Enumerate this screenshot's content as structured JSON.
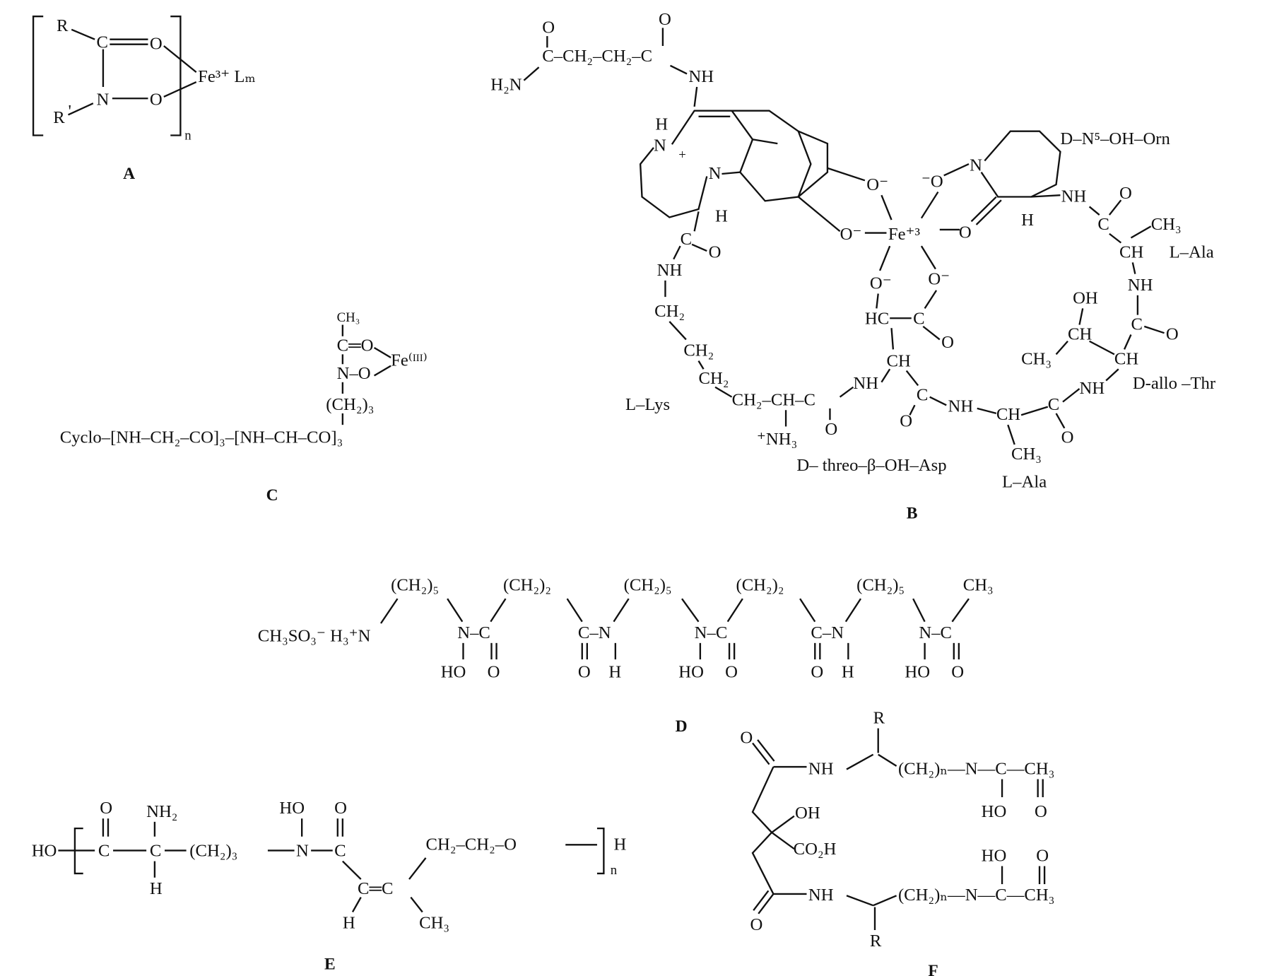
{
  "A": {
    "caption": "A",
    "t": [
      "R",
      "C",
      "O",
      "Fe³⁺ Lₘ",
      "N",
      "O",
      "R",
      "'",
      "n"
    ]
  },
  "B": {
    "caption": "B",
    "t": [
      "O",
      "O",
      "C–CH₂–CH₂–C",
      "H₂N",
      "NH",
      "H",
      "N",
      "+",
      "N",
      "H",
      "C",
      "O",
      "NH",
      "CH₂",
      "CH₂",
      "CH₂",
      "L–Lys",
      "CH₂–CH–C",
      "⁺NH₃",
      "O",
      "NH",
      "O⁻",
      "O⁻",
      "Fe⁺³",
      "O",
      "⁻O",
      "N",
      "H",
      "NH",
      "O",
      "D–N⁵–OH–Orn",
      "C",
      "CH₃",
      "CH",
      "L–Ala",
      "NH",
      "OH",
      "CH",
      "C",
      "O",
      "CH₃",
      "CH",
      "NH",
      "D-allo –Thr",
      "O⁻",
      "O⁻",
      "HC",
      "C",
      "O",
      "CH",
      "C",
      "O",
      "NH",
      "CH",
      "C",
      "O",
      "CH₃",
      "D– threo–β–OH–Asp",
      "L–Ala"
    ]
  },
  "C": {
    "caption": "C",
    "t": [
      "CH₃",
      "C═O",
      "Fe⁽ᴵᴵᴵ⁾",
      "N–O",
      "(CH₂)₃",
      "Cyclo–[NH–CH₂–CO]₃–[NH–CH–CO]₃"
    ]
  },
  "D": {
    "caption": "D",
    "t": [
      "CH₃SO₃⁻ H₃⁺N",
      "(CH₂)₅",
      "(CH₂)₂",
      "(CH₂)₅",
      "(CH₂)₂",
      "(CH₂)₅",
      "CH₃",
      "N–C",
      "C–N",
      "N–C",
      "C–N",
      "N–C",
      "HO",
      "O",
      "O",
      "H",
      "HO",
      "O",
      "O",
      "H",
      "HO",
      "O"
    ]
  },
  "E": {
    "caption": "E",
    "t": [
      "HO",
      "C",
      "O",
      "NH₂",
      "C",
      "H",
      "(CH₂)₃",
      "N",
      "HO",
      "O",
      "C",
      "C═C",
      "H",
      "CH₂–CH₂–O",
      "H",
      "n",
      "CH₃",
      "—"
    ]
  },
  "F": {
    "caption": "F",
    "t": [
      "O",
      "NH",
      "R",
      "(CH₂)ₙ—N—C—CH₃",
      "HO",
      "O",
      "OH",
      "CO₂H",
      "HO",
      "O",
      "NH",
      "(CH₂)ₙ—N—C—CH₃",
      "O",
      "R"
    ]
  }
}
